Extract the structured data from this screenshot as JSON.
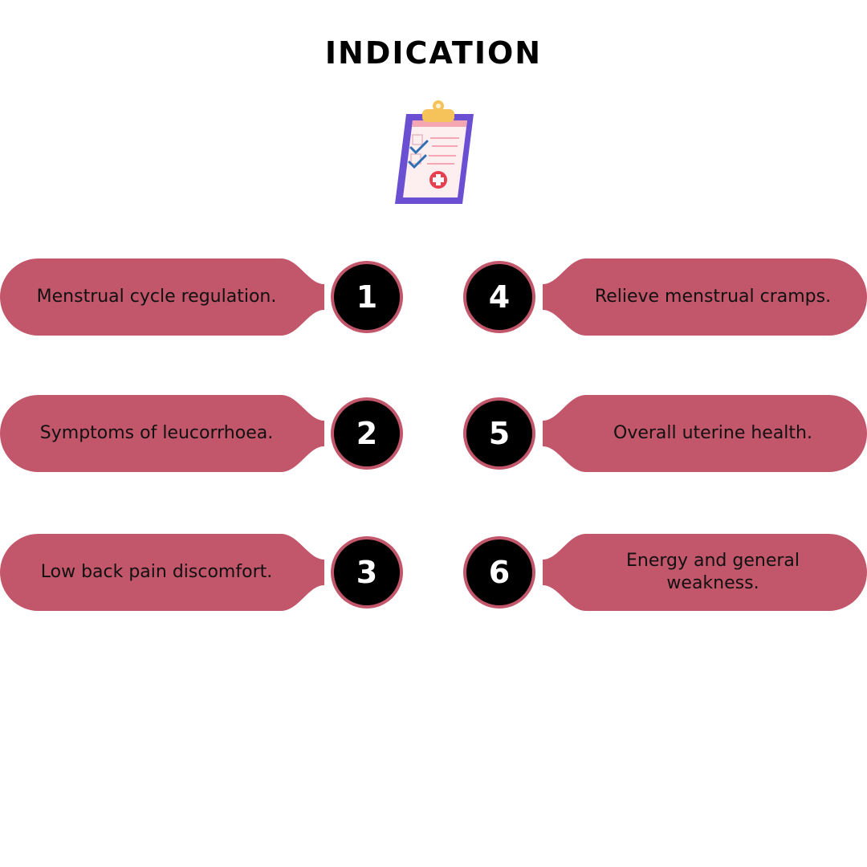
{
  "title": "INDICATION",
  "colors": {
    "pill": "#c2566b",
    "circle": "#000000",
    "circle_border": "#c2566b"
  },
  "icon": "clipboard-checklist-icon",
  "items": [
    {
      "number": "1",
      "text": "Menstrual cycle regulation."
    },
    {
      "number": "2",
      "text": "Symptoms of leucorrhoea."
    },
    {
      "number": "3",
      "text": "Low back pain discomfort."
    },
    {
      "number": "4",
      "text": "Relieve menstrual cramps."
    },
    {
      "number": "5",
      "text": "Overall uterine health."
    },
    {
      "number": "6",
      "text": "Energy and general weakness."
    }
  ]
}
